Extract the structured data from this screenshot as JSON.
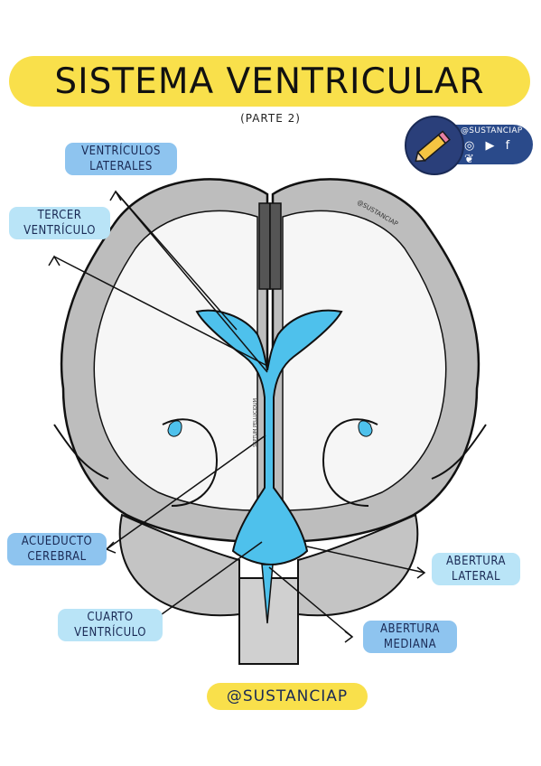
{
  "title": "SISTEMA VENTRICULAR",
  "subtitle": "(PARTE 2)",
  "brand": {
    "handle": "@SUSTANCIAP",
    "icons": "◎ ▶ f ❦"
  },
  "watermark_brain": "@SUSTANCIAP",
  "septum_text": "SEPTUM PELLUCIDUM",
  "labels": {
    "ventriculos_laterales": [
      "VENTRÍCULOS",
      "LATERALES"
    ],
    "tercer_ventriculo": [
      "TERCER",
      "VENTRÍCULO"
    ],
    "acueducto_cerebral": [
      "ACUEDUCTO",
      "CEREBRAL"
    ],
    "cuarto_ventriculo": [
      "CUARTO",
      "VENTRÍCULO"
    ],
    "abertura_lateral": [
      "ABERTURA",
      "LATERAL"
    ],
    "abertura_mediana": [
      "ABERTURA",
      "MEDIANA"
    ]
  },
  "footer": "@SUSTANCIAP",
  "colors": {
    "ventricle": "#4ec1ec",
    "gray_matter": "#bdbdbd",
    "white_matter": "#f6f6f6",
    "title_bg": "#f9e04b",
    "label_blue": "#8ec4ef",
    "label_light": "#b9e4f7"
  }
}
